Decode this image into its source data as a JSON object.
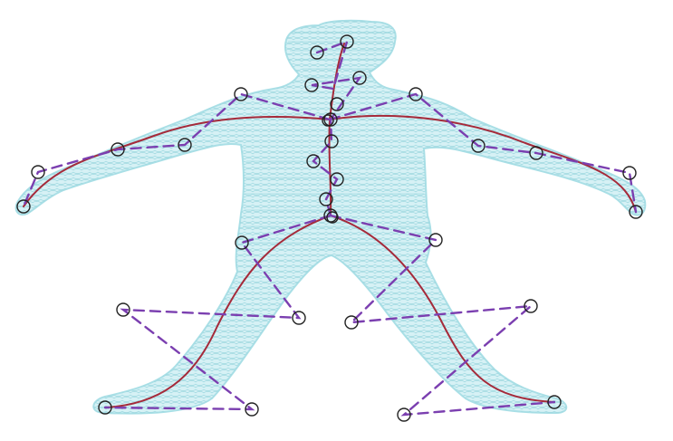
{
  "figure": {
    "description_alt": "",
    "colors": {
      "mesh": "#d6f1f5",
      "mesh_lines": "#9ed8e0",
      "skeleton_curve": "#a52a3a",
      "control_polygon": "#7b3fb0",
      "control_points": "#222222"
    },
    "elements": {
      "body_mesh": "human-silhouette",
      "skeleton": [
        "spine",
        "left-arm",
        "right-arm",
        "left-leg",
        "right-leg"
      ],
      "control_point_marker": "circle",
      "control_line_style": "dashed"
    }
  }
}
